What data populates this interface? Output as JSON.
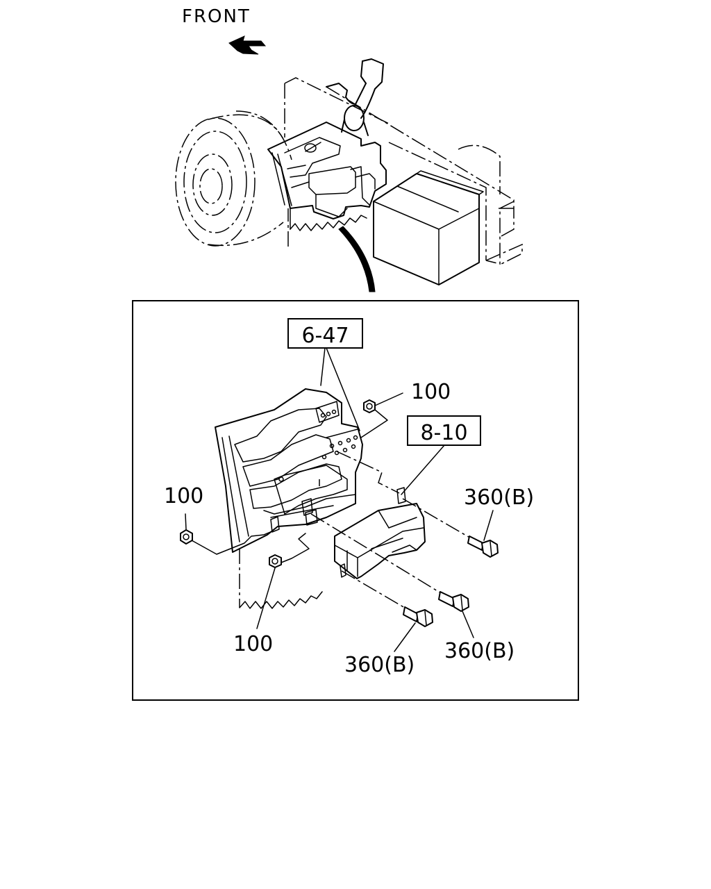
{
  "direction": {
    "label": "FRONT"
  },
  "boxes": [
    {
      "ref": "6-47"
    },
    {
      "ref": "8-10"
    }
  ],
  "callouts": [
    {
      "id": "nut-top-right",
      "text": "100"
    },
    {
      "id": "nut-left",
      "text": "100"
    },
    {
      "id": "nut-bottom",
      "text": "100"
    },
    {
      "id": "bolt-right",
      "text": "360(B)"
    },
    {
      "id": "bolt-middle",
      "text": "360(B)"
    },
    {
      "id": "bolt-bottom",
      "text": "360(B)"
    }
  ]
}
